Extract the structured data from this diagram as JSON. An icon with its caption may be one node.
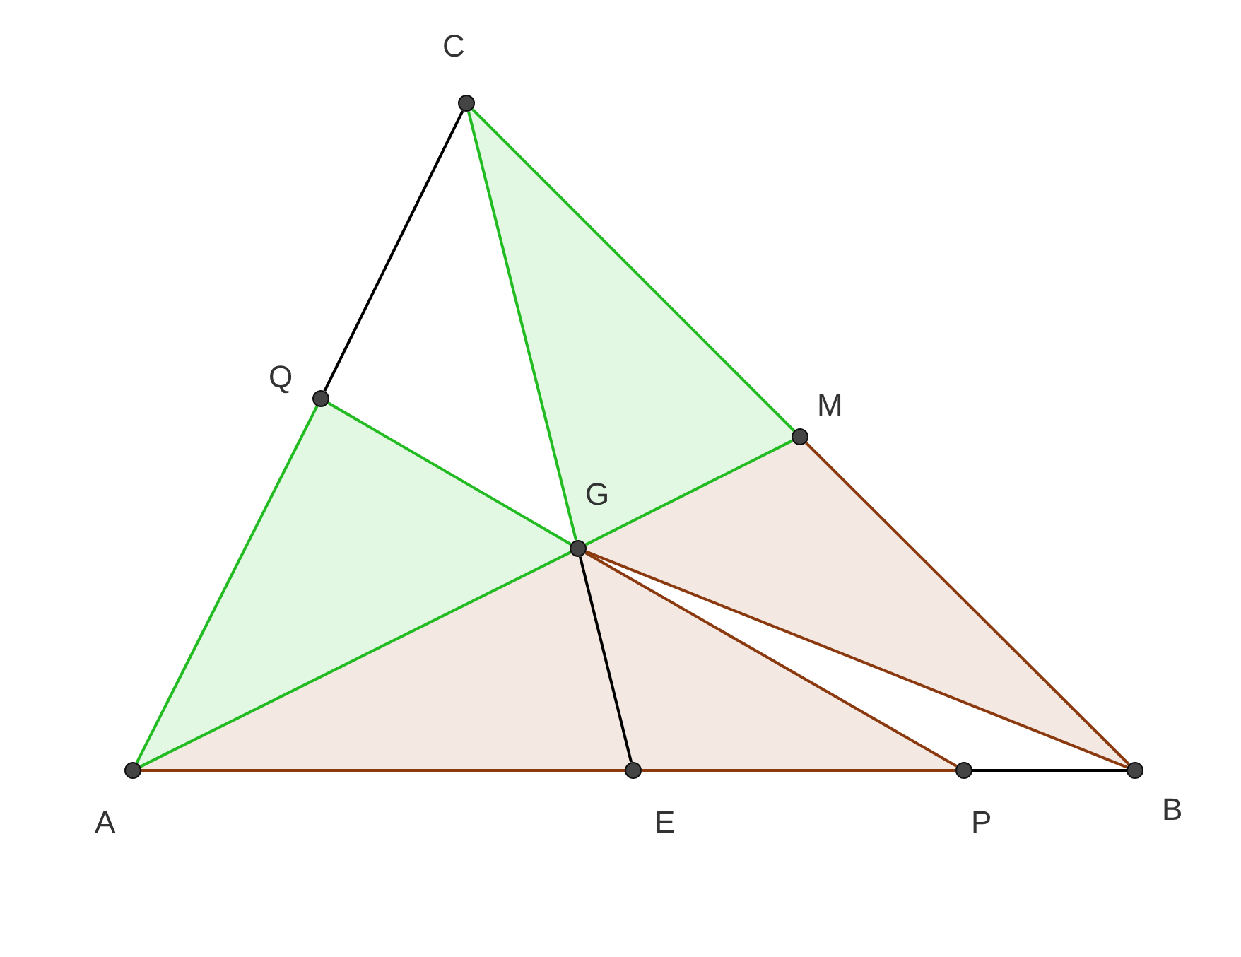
{
  "diagram": {
    "nodes": [
      {
        "text": [],
        "shape": "circle",
        "beside": [
          "C"
        ]
      },
      {
        "text": [],
        "shape": "circle",
        "beside": [
          "Q"
        ]
      },
      {
        "text": [],
        "shape": "circle",
        "beside": [
          "M"
        ]
      },
      {
        "text": [],
        "shape": "circle",
        "beside": [
          "G"
        ]
      },
      {
        "text": [],
        "shape": "circle",
        "beside": [
          "A"
        ]
      },
      {
        "text": [],
        "shape": "circle",
        "beside": [
          "E"
        ]
      },
      {
        "text": [],
        "shape": "circle",
        "beside": [
          "P"
        ]
      },
      {
        "text": [],
        "shape": "circle",
        "beside": [
          "B"
        ]
      }
    ],
    "edges": [
      {
        "from": 0,
        "to": 1,
        "arrow": "none",
        "color": "#000000"
      },
      {
        "from": 1,
        "to": 4,
        "arrow": "none"
      },
      {
        "from": 0,
        "to": 2,
        "arrow": "none"
      },
      {
        "from": 0,
        "to": 3,
        "arrow": "none"
      },
      {
        "from": 1,
        "to": 3,
        "arrow": "none"
      },
      {
        "from": 3,
        "to": 2,
        "arrow": "none"
      },
      {
        "from": 4,
        "to": 3,
        "arrow": "none"
      },
      {
        "from": 2,
        "to": 7,
        "arrow": "none",
        "color": "#8b3a10"
      },
      {
        "from": 3,
        "to": 5,
        "arrow": "none",
        "color": "#000000"
      },
      {
        "from": 3,
        "to": 6,
        "arrow": "none",
        "color": "#8b3a10"
      },
      {
        "from": 3,
        "to": 7,
        "arrow": "none",
        "color": "#8b3a10"
      },
      {
        "from": 4,
        "to": 5,
        "arrow": "none",
        "color": "#8b3a10"
      },
      {
        "from": 5,
        "to": 6,
        "arrow": "none",
        "color": "#8b3a10"
      },
      {
        "from": 6,
        "to": 7,
        "arrow": "none",
        "color": "#000000"
      }
    ]
  }
}
